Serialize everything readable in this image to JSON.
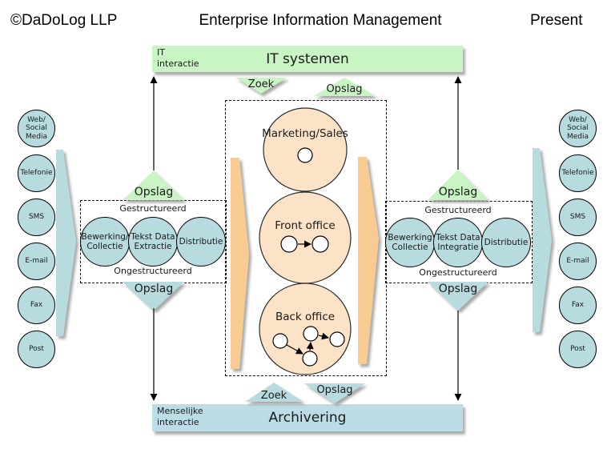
{
  "header": {
    "copyright": "©DaDoLog LLP",
    "title": "Enterprise Information Management",
    "present": "Present"
  },
  "top_bar": {
    "corner_label": "IT interactie",
    "label": "IT systemen"
  },
  "bottom_bar": {
    "corner_label": "Menselijke interactie",
    "label": "Archivering"
  },
  "labels": {
    "zoek": "Zoek",
    "opslag": "Opslag",
    "structured": "Gestructureerd",
    "unstructured": "Ongestructureerd"
  },
  "channels": [
    "Web/ Social Media",
    "Telefonie",
    "SMS",
    "E-mail",
    "Fax",
    "Post"
  ],
  "left_process": {
    "circles": [
      "Bewerking/ Collectie",
      "Tekst Data Extractie",
      "Distributie"
    ]
  },
  "right_process": {
    "circles": [
      "Bewerking Collectie",
      "Tekst Data Integratie",
      "Distributie"
    ]
  },
  "offices": [
    "Marketing/Sales",
    "Front office",
    "Back office"
  ],
  "colors": {
    "green": "#c9f4c3",
    "blue": "#b7dbdf",
    "peach": "#fce3c8",
    "orange": "#f8cb93"
  }
}
